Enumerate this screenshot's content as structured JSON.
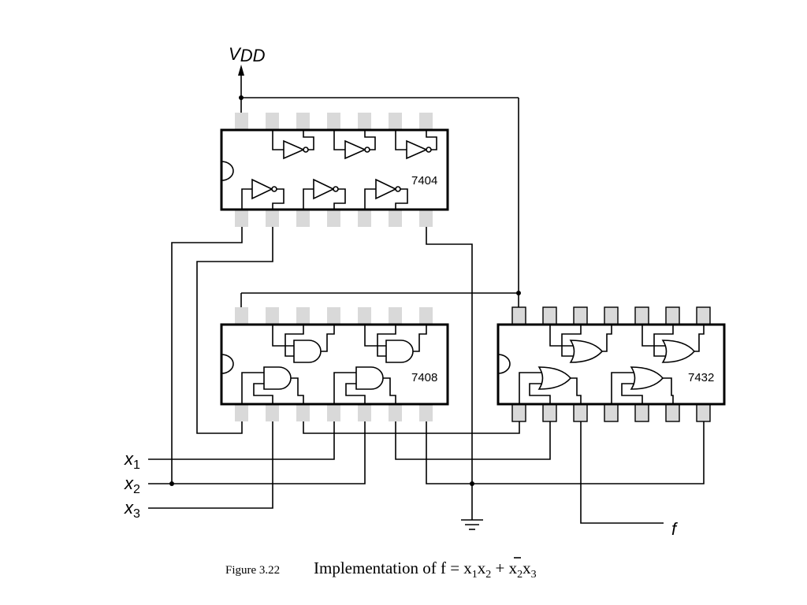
{
  "supply": {
    "vdd_main": "V",
    "vdd_sub": "DD"
  },
  "chips": [
    {
      "id": "inverter-chip",
      "label": "7404"
    },
    {
      "id": "and-chip",
      "label": "7408"
    },
    {
      "id": "or-chip",
      "label": "7432"
    }
  ],
  "inputs": [
    {
      "main": "x",
      "sub": "1"
    },
    {
      "main": "x",
      "sub": "2"
    },
    {
      "main": "x",
      "sub": "3"
    }
  ],
  "output": {
    "main": "f"
  },
  "caption": {
    "figure": "Figure 3.22",
    "text": "Implementation of f = x",
    "s1": "1",
    "x2": "x",
    "s2": "2",
    "plus": " + x",
    "s3": "2",
    "x3": "x",
    "s4": "3"
  }
}
